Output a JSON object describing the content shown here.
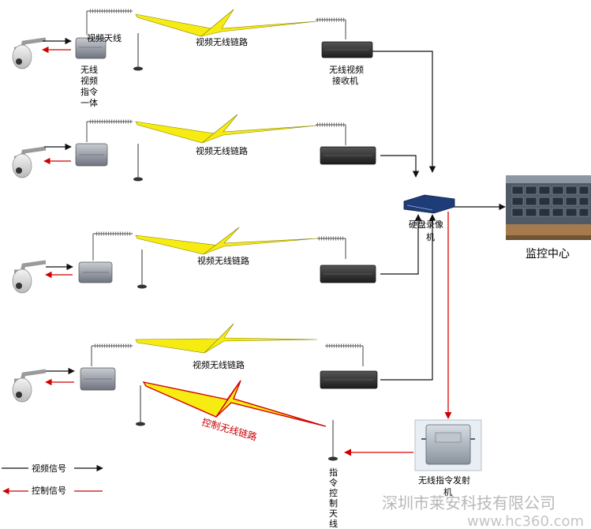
{
  "rows": [
    {
      "link_label": "视频无线链路",
      "tx_antenna_label": "视频天线",
      "tx_caption_lines": [
        "无线",
        "视频",
        "指令",
        "一体"
      ],
      "rx_caption_lines": [
        "无线视频",
        "接收机"
      ]
    },
    {
      "link_label": "视频无线链路"
    },
    {
      "link_label": "视频无线链路"
    },
    {
      "link_label": "视频无线链路"
    }
  ],
  "control_link_label": "控制无线链路",
  "dvr_label_lines": [
    "硬盘录像",
    "机"
  ],
  "monitor_center_label": "监控中心",
  "cmd_tx_label_lines": [
    "无线指令发射",
    "机"
  ],
  "cmd_antenna_label_chars": [
    "指",
    "令",
    "控",
    "制",
    "天",
    "线"
  ],
  "legend": {
    "video_signal": "视频信号",
    "control_signal": "控制信号"
  },
  "watermark": {
    "company": "深圳市莱安科技有限公司",
    "url": "www.hc360.com"
  },
  "colors": {
    "bolt_yellow": "#f7ec12",
    "control_red": "#e00000",
    "wire_black": "#111111"
  }
}
